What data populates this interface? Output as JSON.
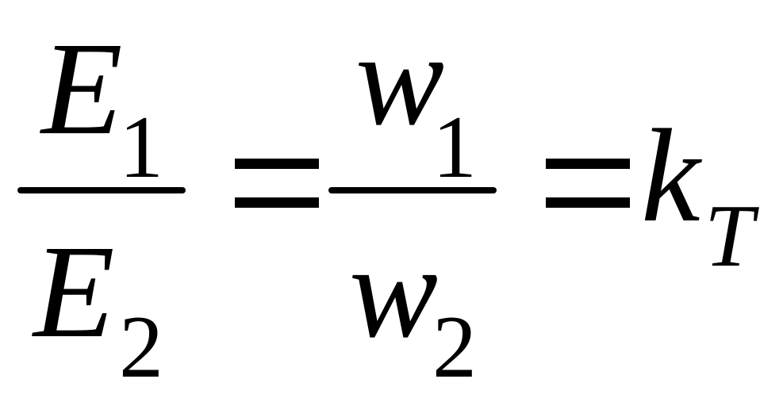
{
  "formula": {
    "fraction_1": {
      "numerator": {
        "symbol": "E",
        "subscript": "1"
      },
      "denominator": {
        "symbol": "E",
        "subscript": "2"
      }
    },
    "equals_1": "=",
    "fraction_2": {
      "numerator": {
        "symbol": "w",
        "subscript": "1"
      },
      "denominator": {
        "symbol": "w",
        "subscript": "2"
      }
    },
    "equals_2": "=",
    "result": {
      "symbol": "k",
      "subscript": "T"
    }
  },
  "colors": {
    "ink": "#000000",
    "background": "#ffffff"
  }
}
